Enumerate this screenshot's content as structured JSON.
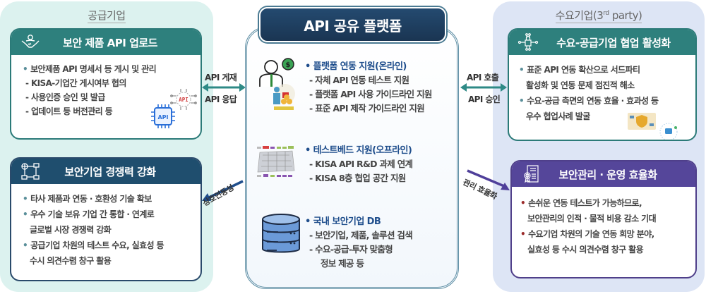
{
  "platform": {
    "title": "API 공유 플랫폼",
    "sections": [
      {
        "title": "플랫폼 연동 지원(온라인)",
        "items": [
          "자체 API 연동 테스트 지원",
          "플랫폼 API 사용 가이드라인 지원",
          "표준 API 제작 가이드라인 지원"
        ],
        "image": "supporter-person-icon"
      },
      {
        "title": "테스트베드 지원(오프라인)",
        "items": [
          "KISA API R&D 과제 연계",
          "KISA 8층 협업 공간 지원"
        ],
        "image": "testbed-floorplan-image"
      },
      {
        "title": "국내 보안기업 DB",
        "items": [
          "보안기업, 제품, 솔루션 검색",
          "수요-공급-투자 맞춤형"
        ],
        "continuation": "정보  제공 등",
        "image": "database-icon"
      }
    ]
  },
  "supply": {
    "zone_title": "공급기업",
    "upload_card": {
      "title": "보안 제품 API 업로드",
      "icon": "handshake-icon",
      "bullet": "보안제품  API 명세서 등 게시 및 관리",
      "items": [
        "KISA-기업간 게시여부 협의",
        "사용인증 승인 및 발급",
        "업데이트 등 버전관리  등"
      ],
      "chip_label": "API",
      "gear_label": "API"
    },
    "competitiveness_card": {
      "title": "보안기업 경쟁력 강화",
      "icon": "network-icon",
      "bullets": [
        {
          "text": "타사 제품과 연동 · 호환성 기술 확보"
        },
        {
          "text": "우수 기술 보유 기업 간 통합 · 연계로",
          "cont": "글로벌 시장 경쟁력 강화"
        },
        {
          "text": "공급기업 차원의 테스트 수요, 실효성 등",
          "cont": "수시 의견수렴  창구  활용"
        }
      ]
    }
  },
  "demand": {
    "zone_title_main": "수요기업(3",
    "zone_title_sup": "rd",
    "zone_title_tail": " party)",
    "collab_card": {
      "title": "수요-공급기업 협업 활성화",
      "icon": "lock-network-icon",
      "bullets": [
        {
          "text": "표준 API 연동 확산으로 서드파티",
          "cont": "활성화 및 연동 문제 점진적 해소"
        },
        {
          "text": "수요-공급 측면의 연동 효율 · 효과성 등",
          "cont": "우수 협업사례 발굴"
        }
      ]
    },
    "efficiency_card": {
      "title": "보안관리 · 운영 효율화",
      "icon": "certificate-icon",
      "bullets": [
        {
          "text": "손쉬운 연동 테스트가 가능하므로,",
          "cont": "보안관리의 인적 · 물적 비용 감소 기대"
        },
        {
          "text": "수요기업 차원의 기술 연동 희망 분야,",
          "cont": "실효성 등 수시 의견수렴  창구 활용"
        }
      ]
    }
  },
  "connectors": {
    "left_top": "API 게재",
    "left_bottom": "API 응답",
    "right_top": "API 호출",
    "right_bottom": "API 승인",
    "left_diag": "상호연동성",
    "right_diag": "관리 효율화"
  }
}
